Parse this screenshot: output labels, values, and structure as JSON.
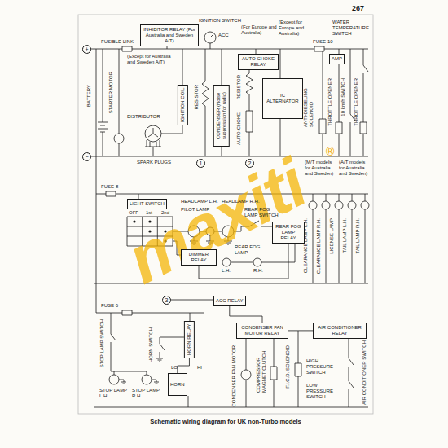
{
  "diagram": {
    "caption": "Schematic wiring diagram for UK non-Turbo models",
    "nodes": [
      {
        "text": [
          "INHIBITOR RELAY (For Australia and Sweden A/T)"
        ]
      },
      {
        "text": [
          "IGNITION COIL"
        ]
      },
      {
        "text": [
          "CONDENSER (Noise suppression for radio)"
        ]
      },
      {
        "text": [
          "AUTO-CHOKE RELAY"
        ]
      },
      {
        "text": [
          "IC ALTERNATOR"
        ]
      },
      {
        "text": [
          "AMP"
        ]
      },
      {
        "text": [
          "LIGHT SWITCH"
        ]
      },
      {
        "text": [
          "REAR FOG LAMP RELAY"
        ]
      },
      {
        "text": [
          "DIMMER RELAY"
        ]
      },
      {
        "text": [
          "ACC RELAY"
        ]
      },
      {
        "text": [
          "HORN RELAY"
        ]
      },
      {
        "text": [
          "HORN"
        ]
      },
      {
        "text": [
          "CONDENSER FAN MOTOR RELAY"
        ]
      },
      {
        "text": [
          "AIR CONDITIONER RELAY"
        ]
      }
    ],
    "edges": [
      {
        "from": 8,
        "to": 7,
        "arrow": "none"
      },
      {
        "from": 9,
        "to": 12,
        "arrow": "none"
      },
      {
        "from": 12,
        "to": 13,
        "arrow": "none"
      },
      {
        "from": 10,
        "to": 11,
        "arrow": "none"
      }
    ],
    "labels": [
      "267",
      "+",
      "FUSIBLE LINK",
      "IGNITION SWITCH",
      "(For Europe and Australia)",
      "(Except for Europe and Australia)",
      "FUSE-10",
      "WATER TEMPERATURE SWITCH",
      "ACC",
      "(Except for Australia and Sweden A/T)",
      "BATTERY",
      "STARTER MOTOR",
      "DISTRIBUTOR",
      "RESISTOR",
      "RESISTOR",
      "AUTO-CHOKE",
      "ANTI-DIESELING SOLENOID",
      "THROTTLE OPENER",
      "10 km/h SWITCH",
      "THROTTLE OPENER",
      "−",
      "SPARK PLUGS",
      "1",
      "2",
      "(M/T models for Australia and Sweden)",
      "(A/T models for Australia and Sweden)",
      "FUSE-8",
      "OFF",
      "1st",
      "2nd",
      "HEADLAMP L.H.",
      "PILOT LAMP",
      "HEADLAMP R.H.",
      "REAR FOG LAMP SWITCH",
      "REAR FOG LAMP",
      "L.H.",
      "R.H.",
      "CLEARANCE LAMP L.H.",
      "CLEARANCE LAMP R.H.",
      "LICENSE LAMP",
      "TAIL LAMP L.H.",
      "TAIL LAMP R.H.",
      "FUSE 6",
      "3",
      "STOP LAMP SWITCH",
      "HORN SWITCH",
      "LO",
      "HI",
      "STOP LAMP L.H.",
      "STOP LAMP R.H.",
      "CONDENSER FAN MOTOR",
      "COMPRESSOR MAGNET CLUTCH",
      "F.I.C.D. SOLENOID",
      "HIGH PRESSURE SWITCH",
      "LOW PRESSURE SWITCH",
      "AIR CONDITIONER SWITCH",
      "maxiti",
      "®"
    ]
  }
}
